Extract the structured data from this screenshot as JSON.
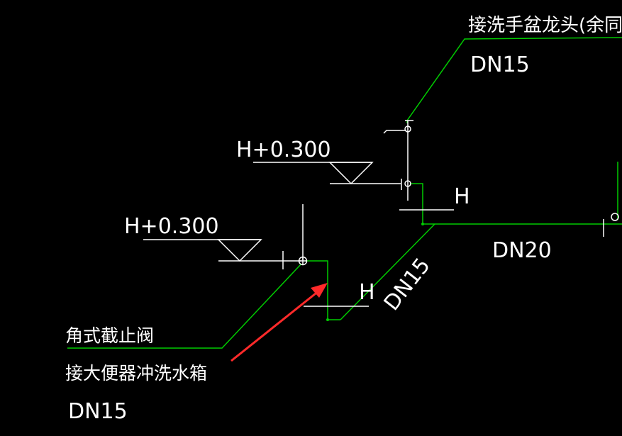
{
  "diagram": {
    "background_color": "#000000",
    "pipe_color": "#00cc00",
    "symbol_color": "#ffffff",
    "arrow_color": "#ff2a2a",
    "labels": {
      "top_right_note": "接洗手盆龙头(余同)",
      "top_right_size": "DN15",
      "upper_elevation": "H+0.300",
      "upper_h_mark": "H",
      "lower_elevation": "H+0.300",
      "lower_h_mark": "H",
      "diagonal_size": "DN15",
      "main_pipe_size": "DN20",
      "angle_valve": "角式截止阀",
      "toilet_tank": "接大便器冲洗水箱",
      "bottom_size": "DN15"
    }
  }
}
